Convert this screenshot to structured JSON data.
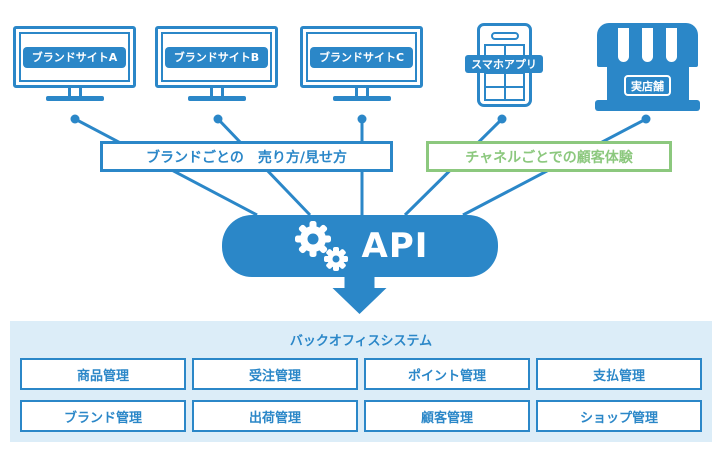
{
  "devices": {
    "monitors": [
      {
        "label": "ブランドサイトA"
      },
      {
        "label": "ブランドサイトB"
      },
      {
        "label": "ブランドサイトC"
      }
    ],
    "mobile": {
      "label": "スマホアプリ"
    },
    "store": {
      "label": "実店舗"
    }
  },
  "middle": {
    "brand_box": "ブランドごとの　売り方/見せ方",
    "channel_box": "チャネルごとでの顧客体験"
  },
  "api": {
    "label": "API"
  },
  "backoffice": {
    "title": "バックオフィスシステム",
    "modules": [
      "商品管理",
      "受注管理",
      "ポイント管理",
      "支払管理",
      "ブランド管理",
      "出荷管理",
      "顧客管理",
      "ショップ管理"
    ]
  },
  "icons": {
    "monitor": "monitor-icon",
    "smartphone": "smartphone-icon",
    "store": "storefront-icon",
    "gears": "gear-icon",
    "arrow": "arrow-down-icon"
  },
  "colors": {
    "blue": "#2b87c8",
    "green": "#8cc87e",
    "panel_bg": "#dcedf8",
    "white": "#ffffff"
  }
}
